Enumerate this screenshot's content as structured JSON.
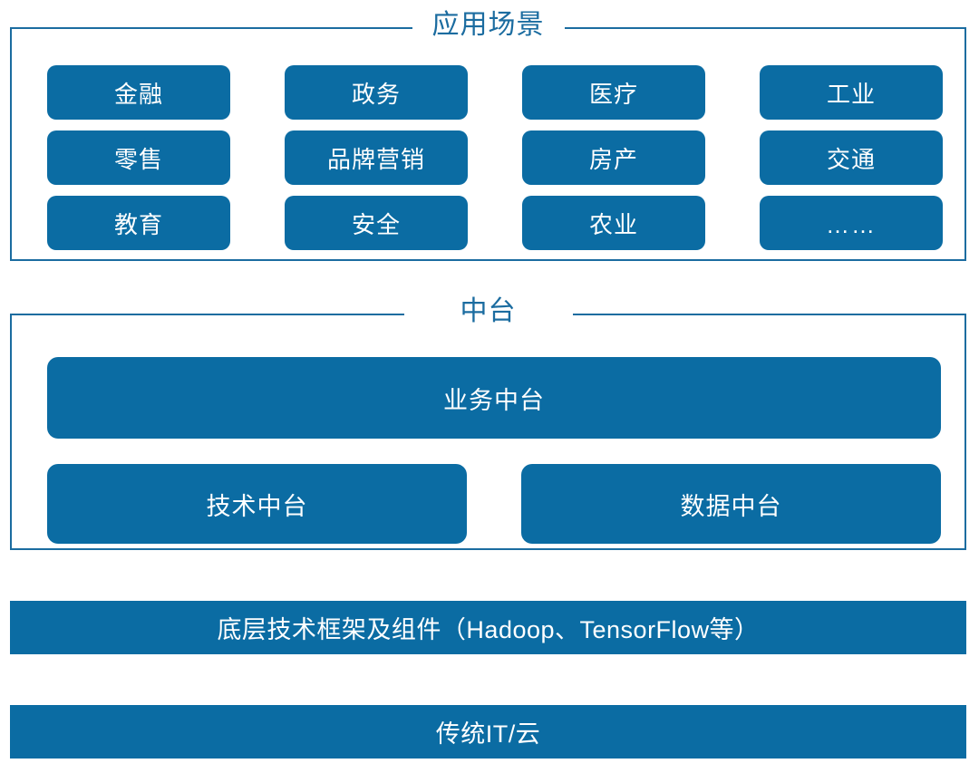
{
  "diagram": {
    "type": "layered-architecture",
    "palette": {
      "card_fill": "#0b6ca3",
      "frame_border": "#1b6ca0",
      "title_text": "#1b6ca0",
      "card_text": "#ffffff",
      "background": "#ffffff"
    }
  },
  "sections": [
    {
      "id": "application-scenarios",
      "title": "应用场景",
      "columns": 4,
      "rows": 3,
      "cards": [
        "金融",
        "政务",
        "医疗",
        "工业",
        "零售",
        "品牌营销",
        "房产",
        "交通",
        "教育",
        "安全",
        "农业",
        "……"
      ]
    },
    {
      "id": "middle-platform",
      "title": "中台",
      "wide_card": "业务中台",
      "split_cards": [
        "技术中台",
        "数据中台"
      ]
    }
  ],
  "bottom_bars": [
    {
      "id": "framework",
      "label": "底层技术框架及组件（Hadoop、TensorFlow等）"
    },
    {
      "id": "it-cloud",
      "label": "传统IT/云"
    }
  ]
}
